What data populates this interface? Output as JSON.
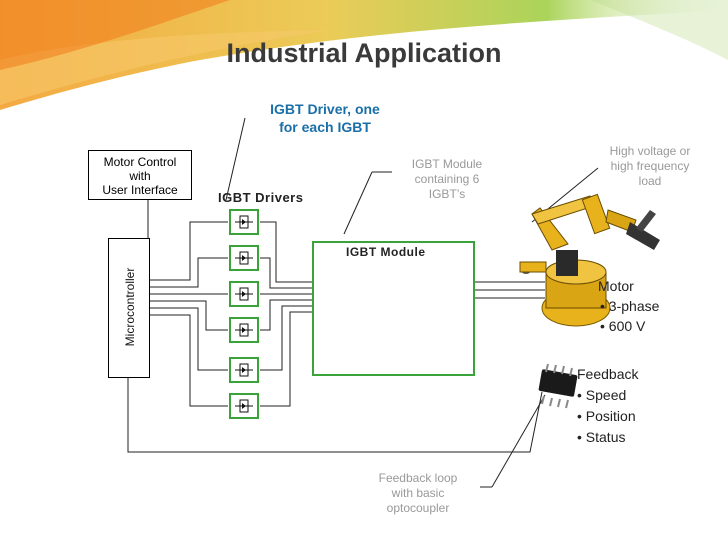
{
  "title": "Industrial Application",
  "callouts": {
    "igbt_driver_one_line1": "IGBT Driver, one",
    "igbt_driver_one_line2": "for each IGBT",
    "igbt_module_line1": "IGBT Module",
    "igbt_module_line2": "containing 6",
    "igbt_module_line3": "IGBT’s",
    "high_voltage_line1": "High voltage or",
    "high_voltage_line2": "high frequency",
    "high_voltage_line3": "load",
    "feedback_loop_line1": "Feedback loop",
    "feedback_loop_line2": "with basic",
    "feedback_loop_line3": "optocoupler"
  },
  "motor_control": {
    "line1": "Motor Control",
    "line2": "with",
    "line3": "User Interface"
  },
  "labels": {
    "igbt_drivers": "IGBT Drivers",
    "microcontroller": "Microcontroller",
    "igbt_module": "IGBT Module"
  },
  "motor": {
    "heading": "Motor",
    "items": [
      "3-phase",
      "600 V"
    ]
  },
  "feedback": {
    "heading": "Feedback",
    "items": [
      "Speed",
      "Position",
      "Status"
    ]
  },
  "colors": {
    "accent_green": "#3aa33a",
    "callout_blue": "#1a6fa8",
    "robot_yellow": "#e8b21c"
  },
  "icons": [
    "igbt-driver-icon",
    "igbt-switch-icon",
    "robot-arm-icon",
    "optocoupler-chip-icon"
  ]
}
